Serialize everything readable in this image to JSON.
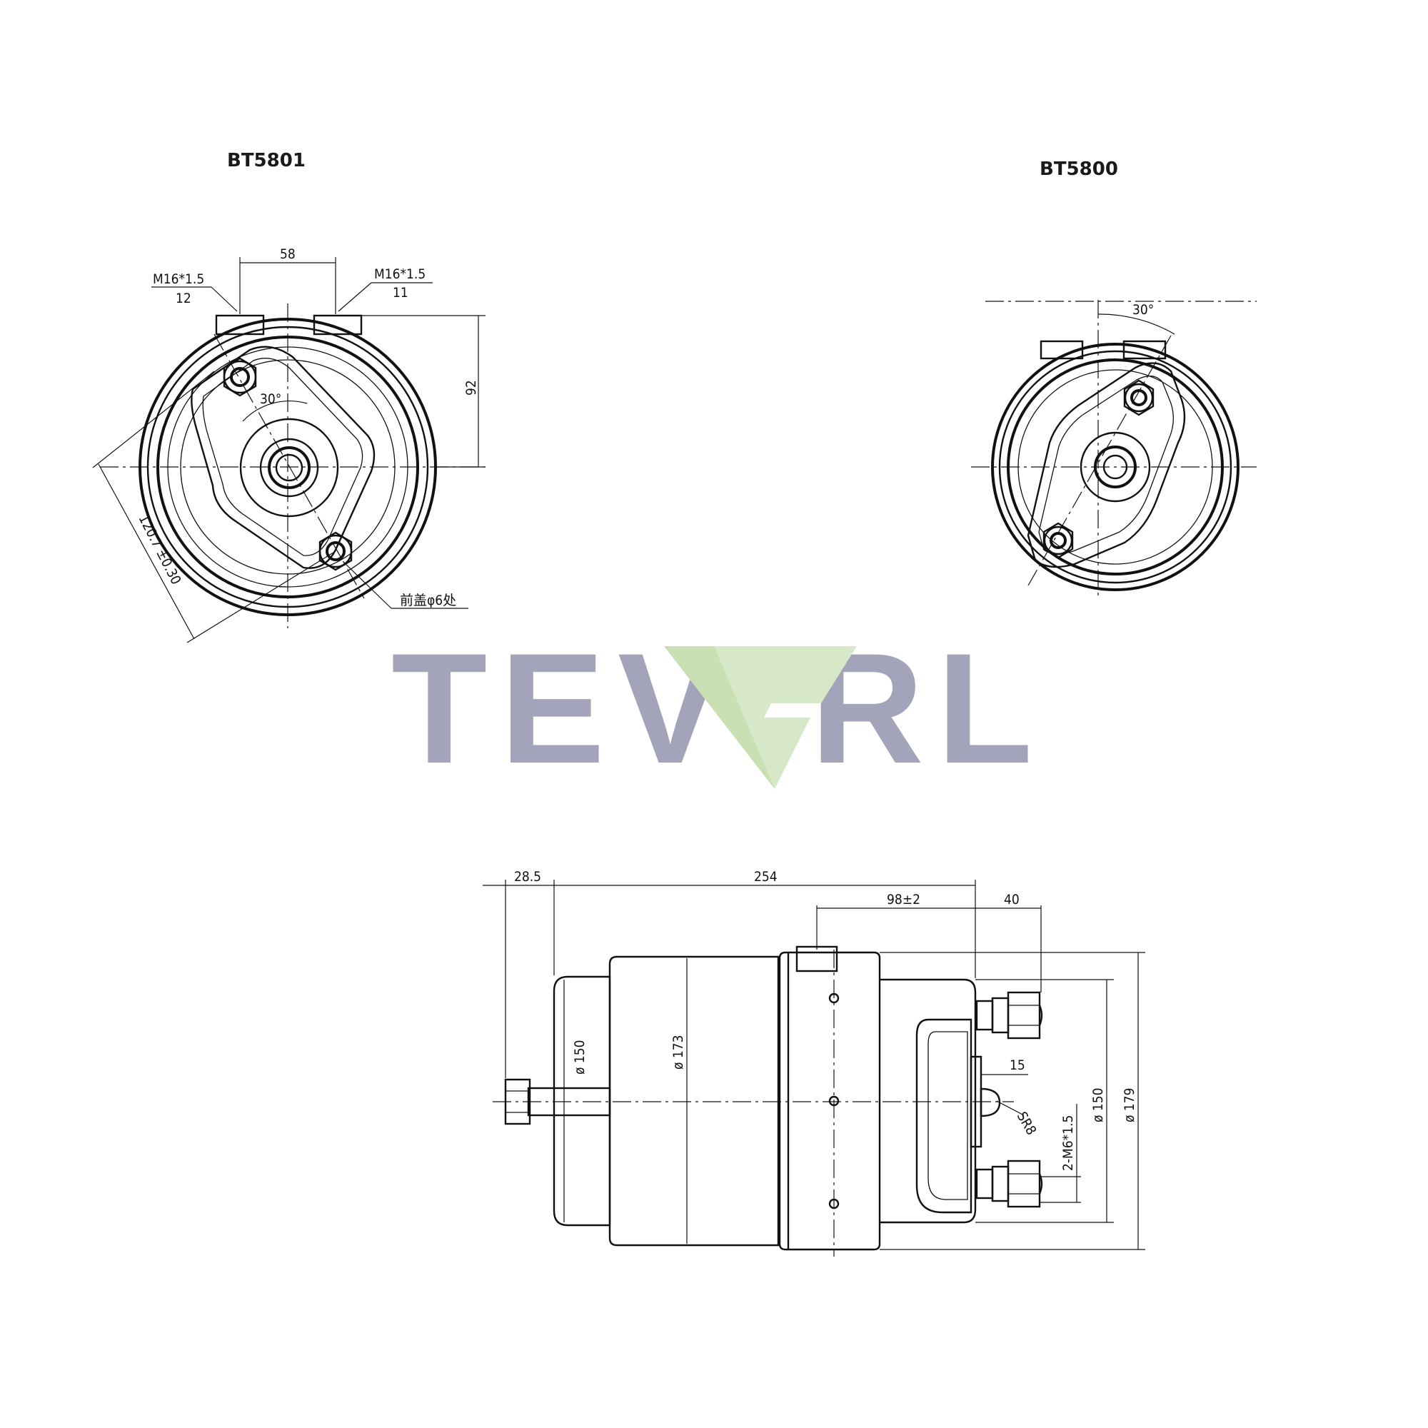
{
  "views": {
    "left_model": "BT5801",
    "right_model": "BT5800"
  },
  "front_view_bt5801": {
    "dim_bolt_spacing": "58",
    "thread_left": "M16*1.5",
    "thread_left_sub": "12",
    "thread_right": "M16*1.5",
    "thread_right_sub": "11",
    "dim_height": "92",
    "angle": "30°",
    "dim_diagonal": "120.7 ±0.30",
    "note": "前盖φ6处"
  },
  "front_view_bt5800": {
    "angle": "30°"
  },
  "side_view": {
    "dim_shaft": "28.5",
    "dim_body_length": "254",
    "dim_terminal_pos": "98±2",
    "dim_terminal_len": "40",
    "dim_dia_150_left": "ø 150",
    "dim_dia_173": "ø 173",
    "dim_15": "15",
    "dim_sr8": "SR8",
    "dim_thread": "2-M6*1.5",
    "dim_dia_150_right": "ø 150",
    "dim_dia_179": "ø 179"
  },
  "logo": {
    "text_left": "TEV",
    "text_right": "RL",
    "color_text": "#a3a3ba",
    "color_mark": "#d6e8c8"
  }
}
